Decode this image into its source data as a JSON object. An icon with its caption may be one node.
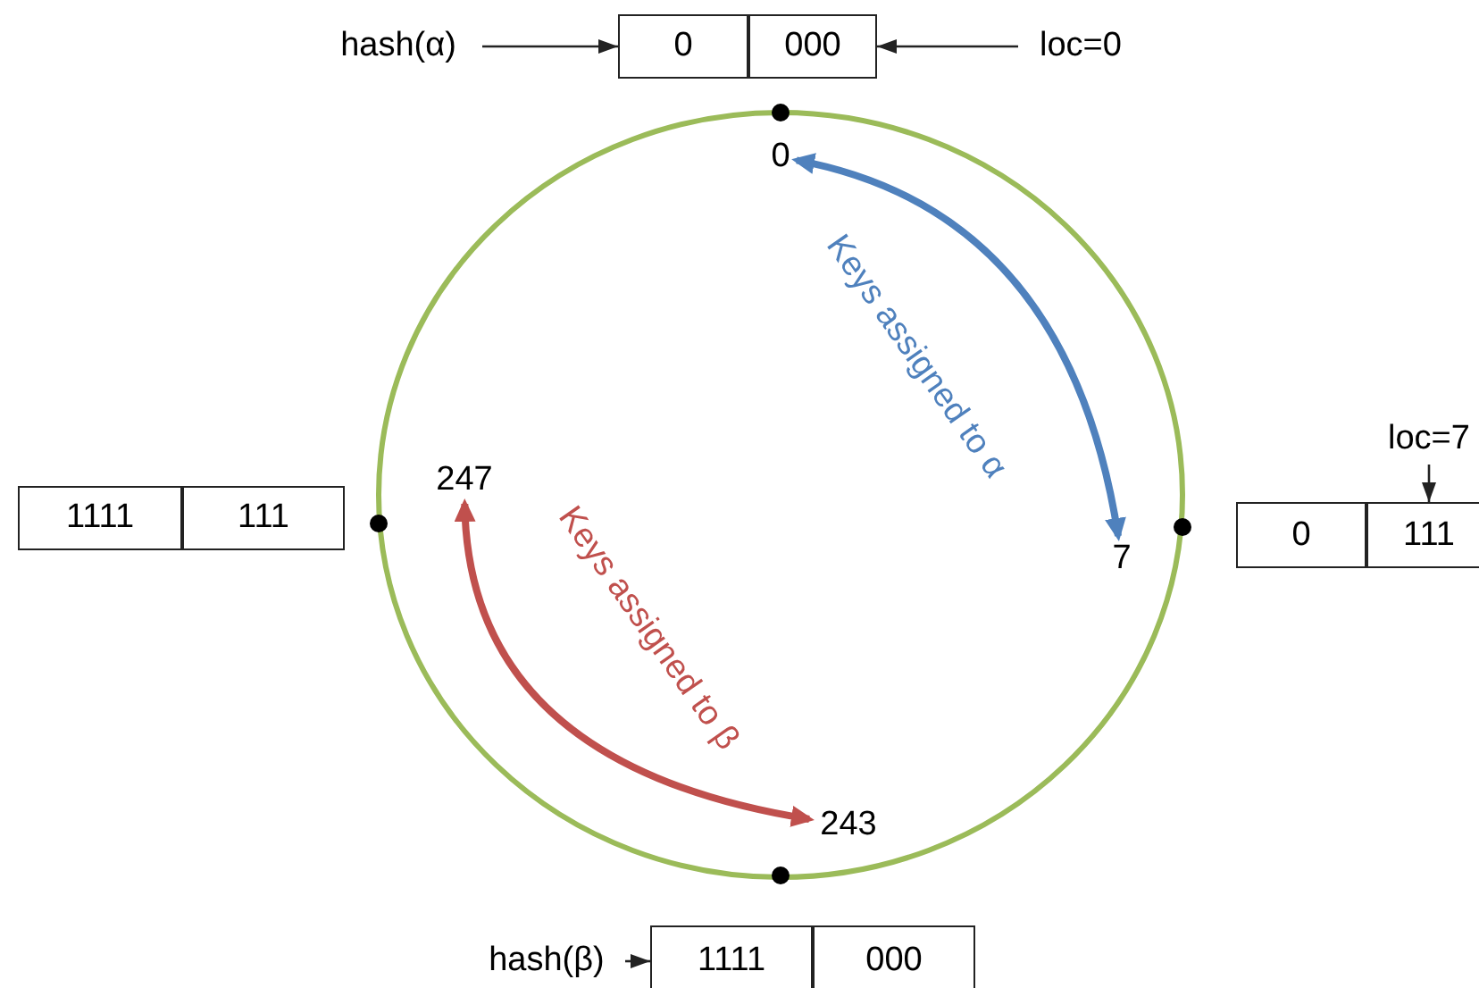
{
  "diagram": {
    "nodes": [
      {
        "text": [
          "hash(α)"
        ]
      },
      {
        "text": [
          "0"
        ]
      },
      {
        "text": [
          "000"
        ]
      },
      {
        "text": [
          "loc=0"
        ]
      },
      {
        "text": [
          "0"
        ]
      },
      {
        "text": [
          "loc=7"
        ]
      },
      {
        "text": [
          "1111"
        ]
      },
      {
        "text": [
          "111"
        ]
      },
      {
        "text": [
          "247"
        ]
      },
      {
        "text": [
          "7"
        ]
      },
      {
        "text": [
          "0"
        ]
      },
      {
        "text": [
          "111"
        ]
      },
      {
        "text": [
          "243"
        ]
      },
      {
        "text": [
          "hash(β)"
        ]
      },
      {
        "text": [
          "1111"
        ]
      },
      {
        "text": [
          "000"
        ]
      }
    ],
    "edges": [
      {
        "from": 0,
        "to": 1,
        "arrow": "to"
      },
      {
        "from": 3,
        "to": 2,
        "arrow": "to"
      },
      {
        "from": 5,
        "to": 11,
        "arrow": "to"
      },
      {
        "from": 4,
        "to": 9,
        "arrow": "both",
        "label": "Keys assigned to α",
        "style": "thick",
        "color": "#4f81bd"
      },
      {
        "from": 8,
        "to": 12,
        "arrow": "both",
        "label": "Keys assigned to β",
        "style": "thick",
        "color": "#c0504d"
      },
      {
        "from": 13,
        "to": 14,
        "arrow": "to"
      }
    ]
  }
}
